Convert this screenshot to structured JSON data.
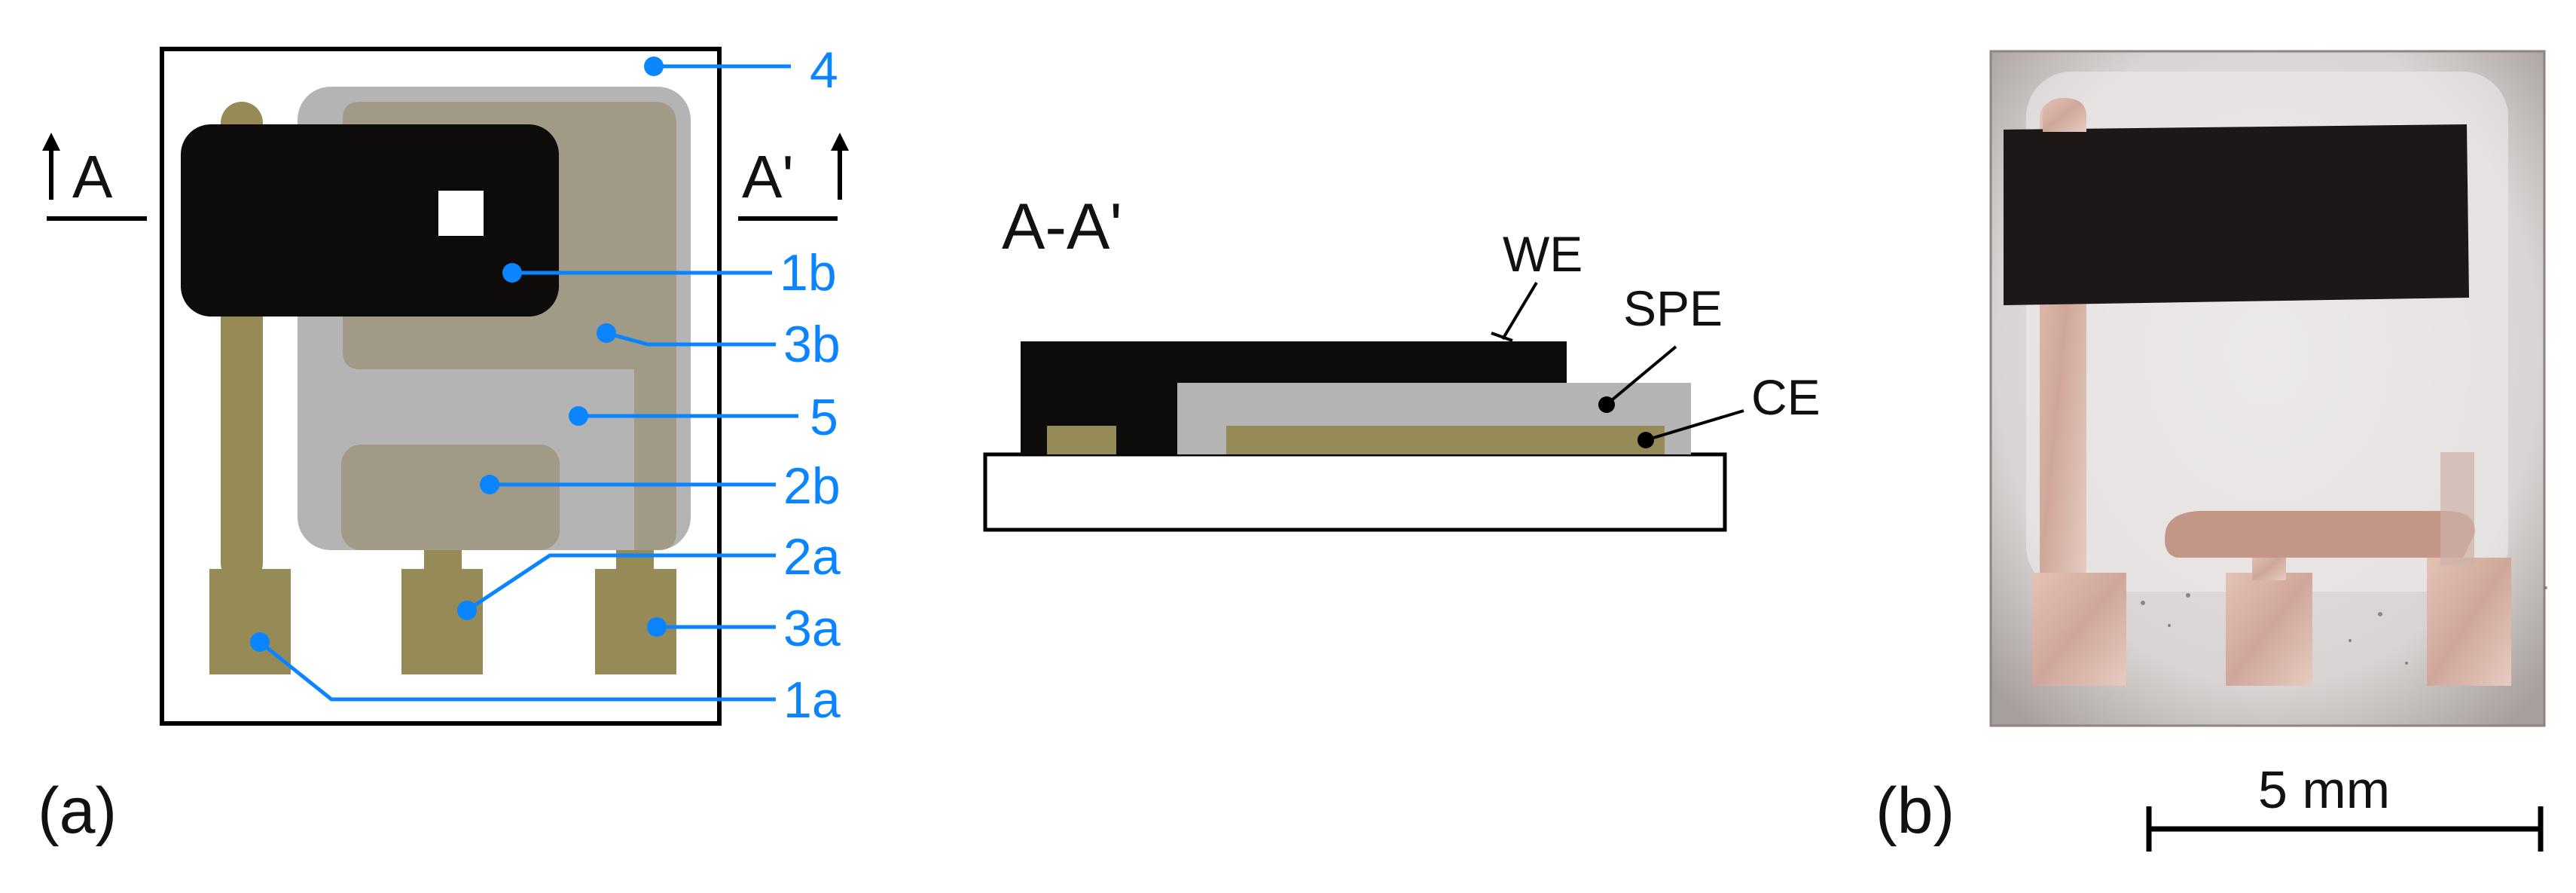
{
  "panel_a": {
    "tag": "(a)",
    "section_left": "A",
    "section_right": "A'",
    "callouts": [
      "4",
      "1b",
      "3b",
      "5",
      "2b",
      "2a",
      "3a",
      "1a"
    ]
  },
  "cross_section": {
    "title": "A-A'",
    "we": "WE",
    "spe": "SPE",
    "ce": "CE"
  },
  "panel_b": {
    "tag": "(b)",
    "scale": "5 mm"
  },
  "colors": {
    "label_blue": "#0a84ff",
    "electrode_gold": "#968a57",
    "we_black": "#0e0b0b",
    "spe_gray": "#b4b4b4",
    "inner_gray": "#a09a86"
  }
}
